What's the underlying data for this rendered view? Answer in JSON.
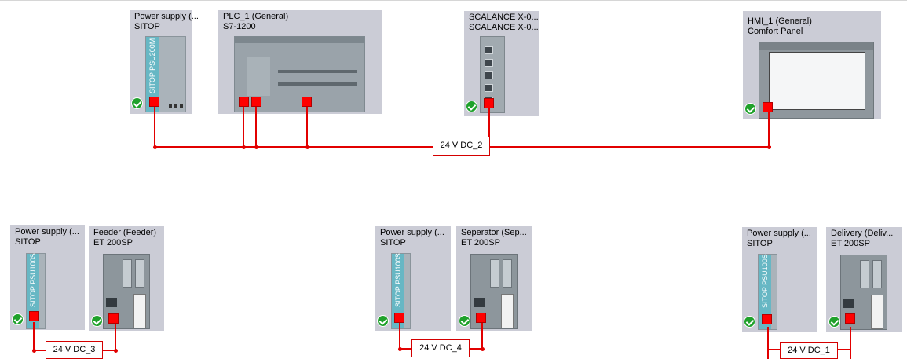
{
  "devices": {
    "psu_top": {
      "line1": "Power supply (...",
      "line2": "SITOP",
      "module_text": "SITOP PSU200M"
    },
    "plc": {
      "line1": "PLC_1 (General)",
      "line2": "S7-1200"
    },
    "scalance": {
      "line1": "SCALANCE X-0...",
      "line2": "SCALANCE X-0..."
    },
    "hmi": {
      "line1": "HMI_1 (General)",
      "line2": "Comfort Panel"
    },
    "psu_feeder": {
      "line1": "Power supply (...",
      "line2": "SITOP",
      "module_text": "SITOP PSU100S"
    },
    "feeder": {
      "line1": "Feeder (Feeder)",
      "line2": "ET 200SP"
    },
    "psu_seperator": {
      "line1": "Power supply (...",
      "line2": "SITOP",
      "module_text": "SITOP PSU100S"
    },
    "seperator": {
      "line1": "Seperator (Sep...",
      "line2": "ET 200SP"
    },
    "psu_delivery": {
      "line1": "Power supply (...",
      "line2": "SITOP",
      "module_text": "SITOP PSU100S"
    },
    "delivery": {
      "line1": "Delivery (Deliv...",
      "line2": "ET 200SP"
    }
  },
  "networks": {
    "net2": "24 V DC_2",
    "net3": "24 V DC_3",
    "net4": "24 V DC_4",
    "net1": "24 V DC_1"
  },
  "colors": {
    "wire": "#e20000",
    "card": "#cbccd6",
    "status_ok": "#1fa12b",
    "port": "#ff0000"
  },
  "icons": {
    "status": "check-circle-icon",
    "port": "power-port-icon"
  }
}
